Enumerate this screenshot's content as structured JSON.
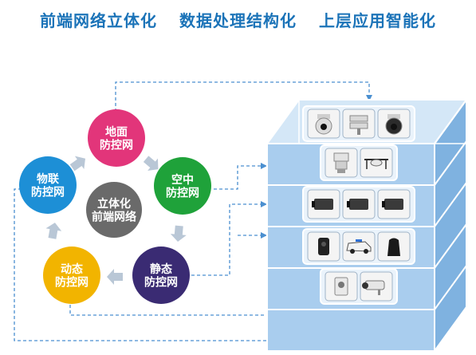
{
  "header": {
    "slogans": [
      "前端网络立体化",
      "数据处理结构化",
      "上层应用智能化"
    ]
  },
  "cycle": {
    "center": "立体化\n前端网络",
    "nodes": [
      {
        "label": "地面\n防控网",
        "color": "#e2357a"
      },
      {
        "label": "空中\n防控网",
        "color": "#1fa23a"
      },
      {
        "label": "静态\n防控网",
        "color": "#3a2b73"
      },
      {
        "label": "动态\n防控网",
        "color": "#f2b400"
      },
      {
        "label": "物联\n防控网",
        "color": "#1d8fd6"
      }
    ],
    "center_color": "#6a6a6a",
    "arrow_color": "#b9c7d6"
  },
  "tower": {
    "layers": [
      {
        "devices": [
          "speed-dome-camera-icon",
          "dual-lens-camera-icon",
          "dome-camera-icon"
        ]
      },
      {
        "devices": [
          "pan-tilt-camera-icon",
          "drone-icon"
        ]
      },
      {
        "devices": [
          "box-camera-icon",
          "box-camera-icon",
          "box-camera-icon"
        ]
      },
      {
        "devices": [
          "body-camera-icon",
          "police-car-icon",
          "handheld-terminal-icon"
        ]
      },
      {
        "devices": [
          "access-reader-icon",
          "bullet-camera-icon"
        ]
      }
    ],
    "face_color": "#a9cdee",
    "edge_color": "#ffffff"
  },
  "connector_color": "#4a8fd0"
}
